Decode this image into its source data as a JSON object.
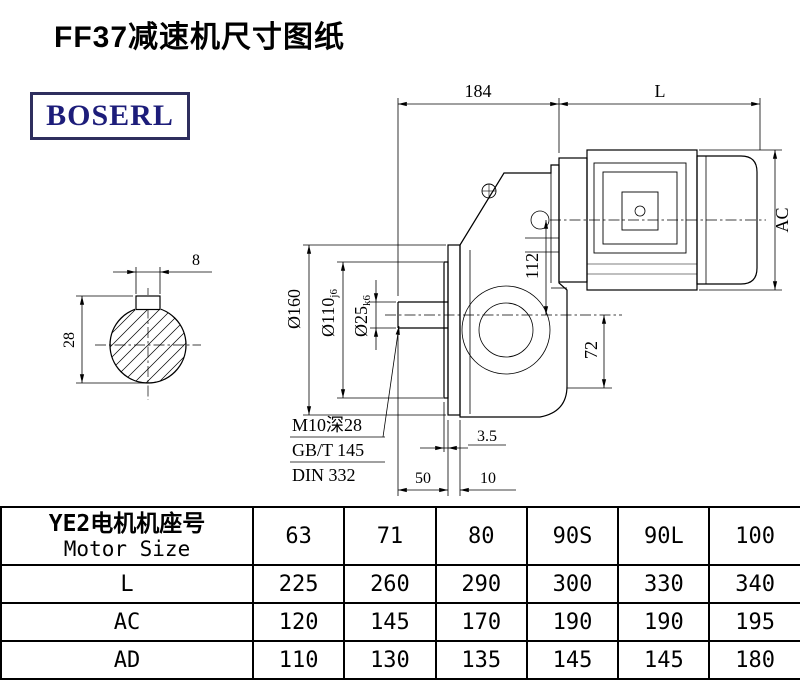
{
  "page": {
    "title": "FF37减速机尺寸图纸",
    "logo": "BOSERL"
  },
  "drawing": {
    "top_dims": {
      "width_184": "184",
      "motor_length": "L"
    },
    "right_dims": {
      "motor_height": "AC",
      "axis_offset": "112",
      "foot_height": "72"
    },
    "left_dims": {
      "flange_dia": "Ø160",
      "spigot_dia": "Ø110",
      "spigot_tol": "j6",
      "shaft_dia": "Ø25",
      "shaft_tol": "k6"
    },
    "shaft_section": {
      "key_width": "8",
      "key_height": "28"
    },
    "notes": {
      "tap": "M10深28",
      "std1": "GB/T 145",
      "std2": "DIN 332"
    },
    "bottom_dims": {
      "spigot_depth": "3.5",
      "shaft_length": "50",
      "flange_thickness": "10"
    }
  },
  "table": {
    "header_label_zh": "YE2电机机座号",
    "header_label_en": "Motor Size",
    "columns": [
      "63",
      "71",
      "80",
      "90S",
      "90L",
      "100"
    ],
    "rows": [
      {
        "label": "L",
        "values": [
          "225",
          "260",
          "290",
          "300",
          "330",
          "340"
        ]
      },
      {
        "label": "AC",
        "values": [
          "120",
          "145",
          "170",
          "190",
          "190",
          "195"
        ]
      },
      {
        "label": "AD",
        "values": [
          "110",
          "130",
          "135",
          "145",
          "145",
          "180"
        ]
      }
    ]
  }
}
